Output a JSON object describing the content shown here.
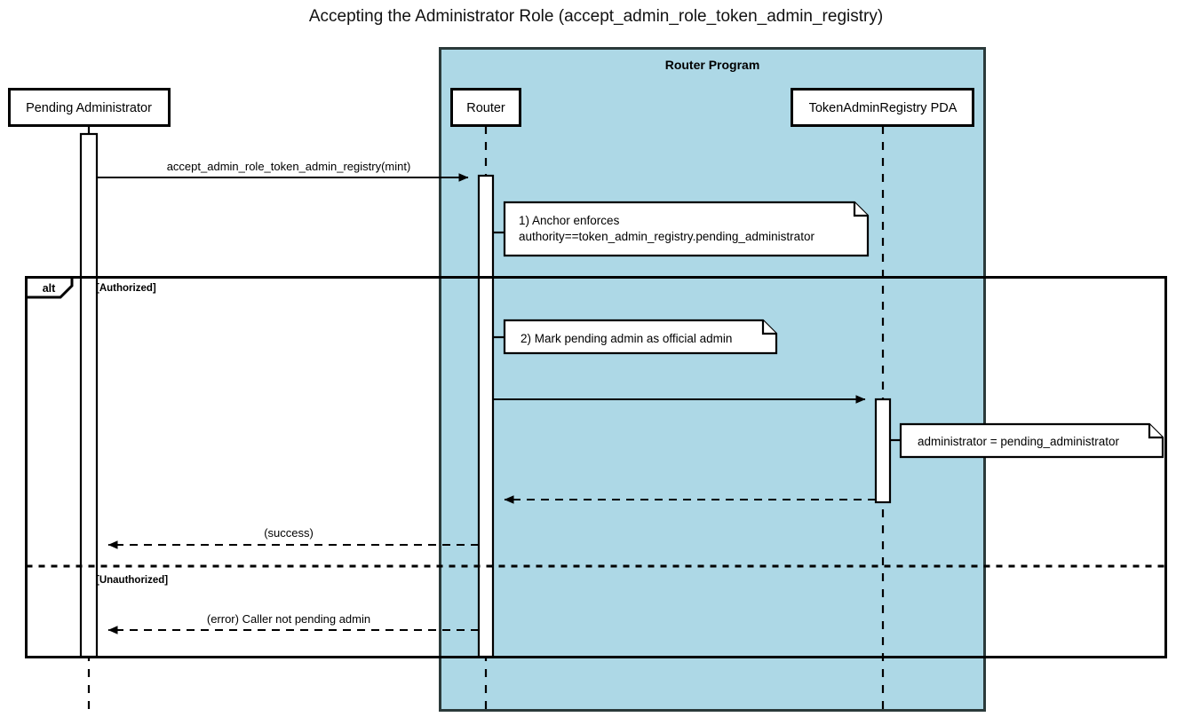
{
  "diagram": {
    "type": "uml-sequence-diagram",
    "title": "Accepting the Administrator Role (accept_admin_role_token_admin_registry)",
    "colors": {
      "group_fill": "#ADD8E6",
      "group_stroke": "#2b3a3a",
      "line": "#000000",
      "note_fill": "#ffffff",
      "background": "#ffffff"
    },
    "groups": [
      {
        "id": "router-program",
        "label": "Router Program"
      }
    ],
    "participants": [
      {
        "id": "pending-admin",
        "label": "Pending Administrator",
        "group": null
      },
      {
        "id": "router",
        "label": "Router",
        "group": "router-program"
      },
      {
        "id": "token-admin-registry-pda",
        "label": "TokenAdminRegistry PDA",
        "group": "router-program"
      }
    ],
    "messages": [
      {
        "id": "msg-accept",
        "label": "accept_admin_role_token_admin_registry(mint)",
        "from": "pending-admin",
        "to": "router",
        "style": "solid",
        "arrow": "filled"
      },
      {
        "id": "msg-set-admin",
        "label": "",
        "from": "router",
        "to": "token-admin-registry-pda",
        "style": "solid",
        "arrow": "filled"
      },
      {
        "id": "msg-pda-return",
        "label": "",
        "from": "token-admin-registry-pda",
        "to": "router",
        "style": "dashed",
        "arrow": "filled"
      },
      {
        "id": "msg-success",
        "label": "(success)",
        "from": "router",
        "to": "pending-admin",
        "style": "dashed",
        "arrow": "filled"
      },
      {
        "id": "msg-error",
        "label": "(error) Caller not pending admin",
        "from": "router",
        "to": "pending-admin",
        "style": "dashed",
        "arrow": "filled"
      }
    ],
    "notes": [
      {
        "id": "note-anchor-enforces",
        "attached_to": "router",
        "lines": [
          "1) Anchor enforces",
          "authority==token_admin_registry.pending_administrator"
        ]
      },
      {
        "id": "note-mark-admin",
        "attached_to": "router",
        "lines": [
          "2) Mark pending admin as official admin"
        ]
      },
      {
        "id": "note-administrator-assign",
        "attached_to": "token-admin-registry-pda",
        "lines": [
          "administrator = pending_administrator"
        ]
      }
    ],
    "fragment": {
      "id": "alt-authorization",
      "operator": "alt",
      "branches": [
        {
          "id": "branch-authorized",
          "guard": "[Authorized]"
        },
        {
          "id": "branch-unauthorized",
          "guard": "[Unauthorized]"
        }
      ]
    }
  }
}
